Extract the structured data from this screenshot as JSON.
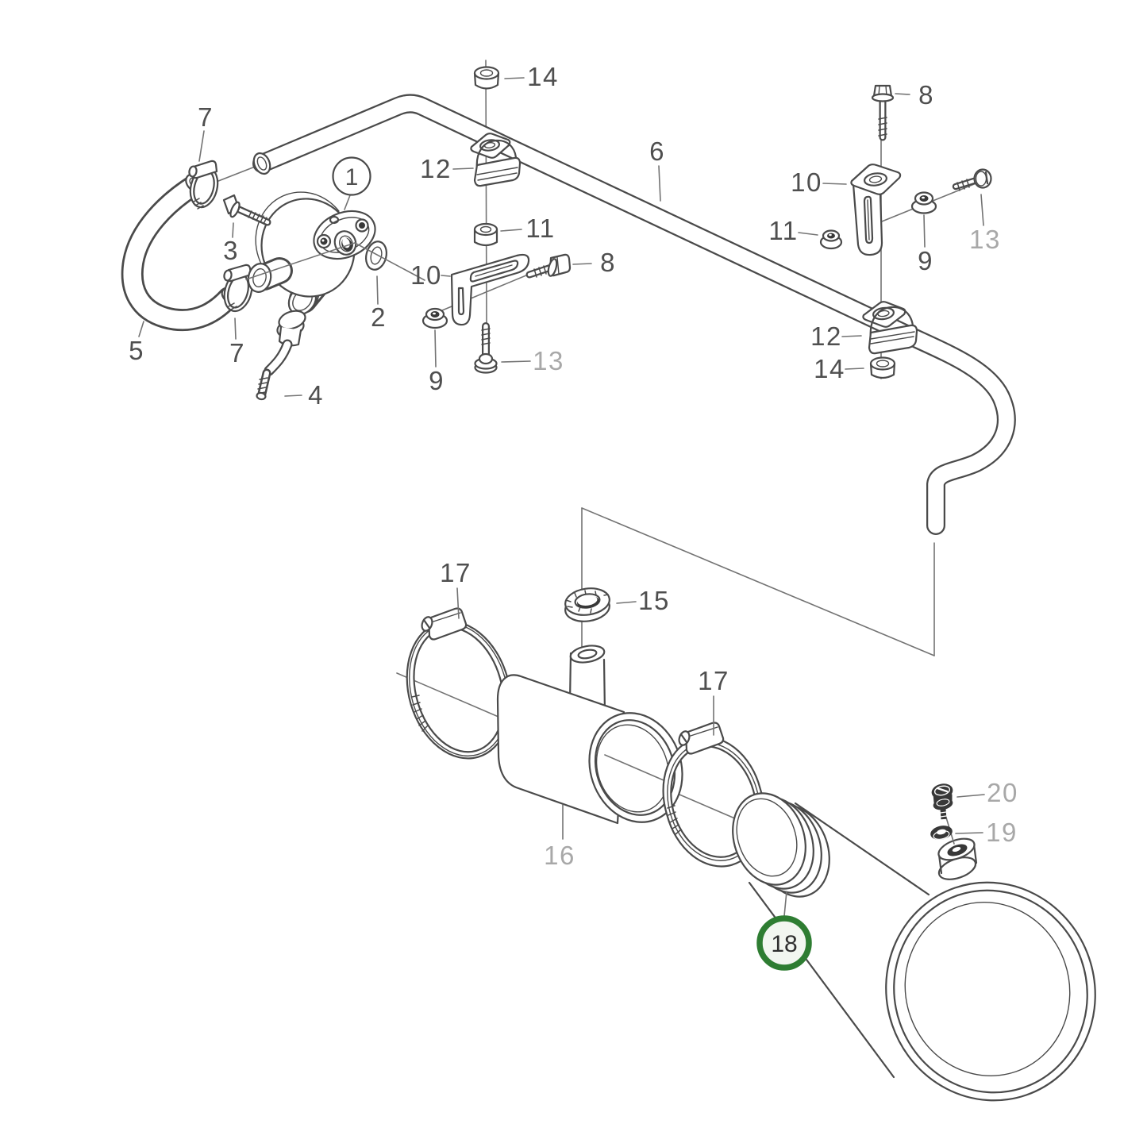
{
  "diagram": {
    "type": "exploded-parts-diagram",
    "background_color": "#ffffff",
    "stroke_color": "#4a4a4a",
    "thin_line_color": "#737373",
    "label_color": "#4f4f4f",
    "muted_label_color": "#a8a8a8",
    "highlight": {
      "ring_color": "#2e7d32",
      "fill_color": "#f2f6f0",
      "label": "18"
    },
    "callouts": [
      {
        "id": "7-upper",
        "label": "7"
      },
      {
        "id": "1",
        "label": "1",
        "style": "circled"
      },
      {
        "id": "3",
        "label": "3"
      },
      {
        "id": "14-left",
        "label": "14"
      },
      {
        "id": "12-left",
        "label": "12"
      },
      {
        "id": "11-left",
        "label": "11"
      },
      {
        "id": "10-left",
        "label": "10"
      },
      {
        "id": "8-left",
        "label": "8"
      },
      {
        "id": "9-left",
        "label": "9"
      },
      {
        "id": "13-left",
        "label": "13",
        "muted": true
      },
      {
        "id": "2",
        "label": "2"
      },
      {
        "id": "5",
        "label": "5"
      },
      {
        "id": "7-lower",
        "label": "7"
      },
      {
        "id": "4",
        "label": "4"
      },
      {
        "id": "6",
        "label": "6"
      },
      {
        "id": "8-right",
        "label": "8"
      },
      {
        "id": "10-right",
        "label": "10"
      },
      {
        "id": "11-right",
        "label": "11"
      },
      {
        "id": "9-right",
        "label": "9"
      },
      {
        "id": "13-right",
        "label": "13",
        "muted": true
      },
      {
        "id": "12-right",
        "label": "12"
      },
      {
        "id": "14-right",
        "label": "14"
      },
      {
        "id": "17-left",
        "label": "17"
      },
      {
        "id": "15",
        "label": "15"
      },
      {
        "id": "16",
        "label": "16",
        "muted": true
      },
      {
        "id": "17-right",
        "label": "17"
      },
      {
        "id": "20",
        "label": "20",
        "muted": true
      },
      {
        "id": "19",
        "label": "19",
        "muted": true
      },
      {
        "id": "18",
        "label": "18",
        "style": "highlighted"
      }
    ]
  }
}
